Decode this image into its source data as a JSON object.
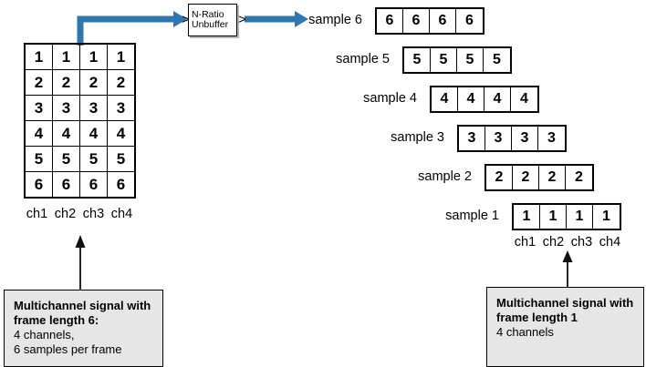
{
  "diagram": {
    "title": "N-Ratio Unbuffer multichannel frame diagram",
    "accent_blue": "#2e77b0",
    "box_fill": "#e6e6e6",
    "line_color": "#000000"
  },
  "block": {
    "name": "n-ratio-unbuffer",
    "line1": "N-Ratio",
    "line2": "Unbuffer",
    "input_port_glyph": ">",
    "output_port_glyph": ">"
  },
  "input_matrix": {
    "rows": [
      [
        "1",
        "1",
        "1",
        "1"
      ],
      [
        "2",
        "2",
        "2",
        "2"
      ],
      [
        "3",
        "3",
        "3",
        "3"
      ],
      [
        "4",
        "4",
        "4",
        "4"
      ],
      [
        "5",
        "5",
        "5",
        "5"
      ],
      [
        "6",
        "6",
        "6",
        "6"
      ]
    ],
    "channel_labels": [
      "ch1",
      "ch2",
      "ch3",
      "ch4"
    ]
  },
  "output_samples": [
    {
      "label": "sample 6",
      "values": [
        "6",
        "6",
        "6",
        "6"
      ]
    },
    {
      "label": "sample 5",
      "values": [
        "5",
        "5",
        "5",
        "5"
      ]
    },
    {
      "label": "sample 4",
      "values": [
        "4",
        "4",
        "4",
        "4"
      ]
    },
    {
      "label": "sample 3",
      "values": [
        "3",
        "3",
        "3",
        "3"
      ]
    },
    {
      "label": "sample 2",
      "values": [
        "2",
        "2",
        "2",
        "2"
      ]
    },
    {
      "label": "sample 1",
      "values": [
        "1",
        "1",
        "1",
        "1"
      ]
    }
  ],
  "output_channel_labels": [
    "ch1",
    "ch2",
    "ch3",
    "ch4"
  ],
  "caption_left": {
    "bold_line1": "Multichannel signal with",
    "bold_line2": "frame length 6:",
    "plain_line1": "4 channels,",
    "plain_line2": "6 samples per frame"
  },
  "caption_right": {
    "bold_line1": "Multichannel signal with",
    "bold_line2": "frame length 1",
    "plain_line1": "4 channels"
  }
}
